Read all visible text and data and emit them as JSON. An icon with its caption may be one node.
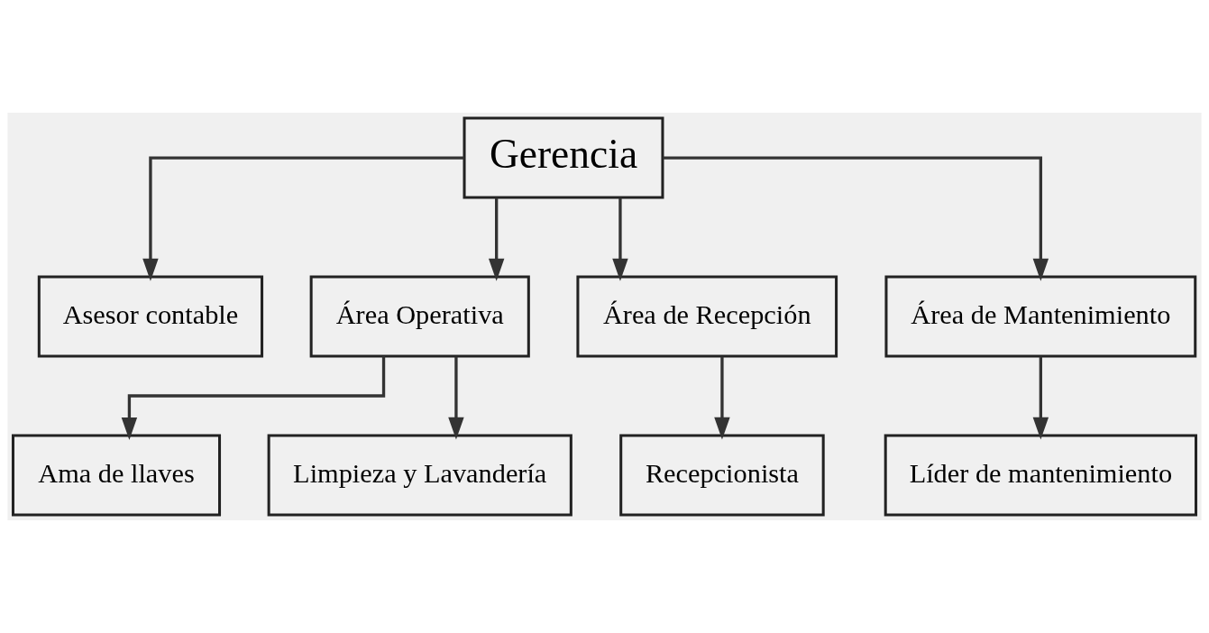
{
  "diagram": {
    "nodes": [
      {
        "text": [
          "Gerencia"
        ]
      },
      {
        "text": [
          "Asesor contable"
        ]
      },
      {
        "text": [
          "Área Operativa"
        ]
      },
      {
        "text": [
          "Área de Recepción"
        ]
      },
      {
        "text": [
          "Área de Mantenimiento"
        ]
      },
      {
        "text": [
          "Ama de llaves"
        ]
      },
      {
        "text": [
          "Limpieza y Lavandería"
        ]
      },
      {
        "text": [
          "Recepcionista"
        ]
      },
      {
        "text": [
          "Líder de mantenimiento"
        ]
      }
    ],
    "edges": [
      {
        "from": 0,
        "to": 1,
        "arrow": "to"
      },
      {
        "from": 0,
        "to": 2,
        "arrow": "to"
      },
      {
        "from": 0,
        "to": 3,
        "arrow": "to"
      },
      {
        "from": 0,
        "to": 4,
        "arrow": "to"
      },
      {
        "from": 2,
        "to": 5,
        "arrow": "to"
      },
      {
        "from": 2,
        "to": 6,
        "arrow": "to"
      },
      {
        "from": 3,
        "to": 7,
        "arrow": "to"
      },
      {
        "from": 4,
        "to": 8,
        "arrow": "to"
      }
    ]
  }
}
